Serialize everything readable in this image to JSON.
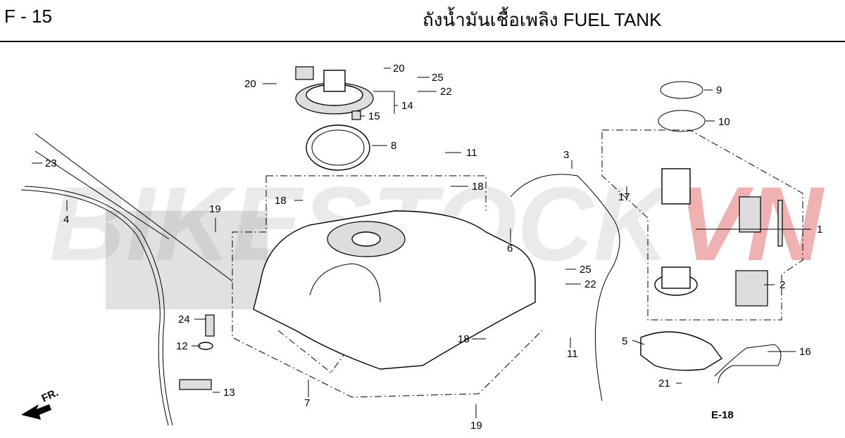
{
  "header": {
    "page_code": "F - 15",
    "title": "ถังน้ำมันเชื้อเพลิง  FUEL TANK"
  },
  "watermark": {
    "text_main": "BIKESTOCK",
    "text_accent": "VN",
    "color_main": "#d9d9d9",
    "color_accent": "#e57373"
  },
  "callouts": {
    "c1": "1",
    "c2": "2",
    "c3": "3",
    "c4": "4",
    "c5": "5",
    "c6": "6",
    "c7": "7",
    "c8": "8",
    "c9": "9",
    "c10": "10",
    "c11a": "11",
    "c11b": "11",
    "c12": "12",
    "c13": "13",
    "c14": "14",
    "c15": "15",
    "c16": "16",
    "c17": "17",
    "c18a": "18",
    "c18b": "18",
    "c18c": "18",
    "c19a": "19",
    "c19b": "19",
    "c20a": "20",
    "c20b": "20",
    "c21": "21",
    "c22a": "22",
    "c22b": "22",
    "c23": "23",
    "c24": "24",
    "c25a": "25",
    "c25b": "25"
  },
  "references": {
    "ref_e18": "E-18",
    "front_label": "FR."
  }
}
